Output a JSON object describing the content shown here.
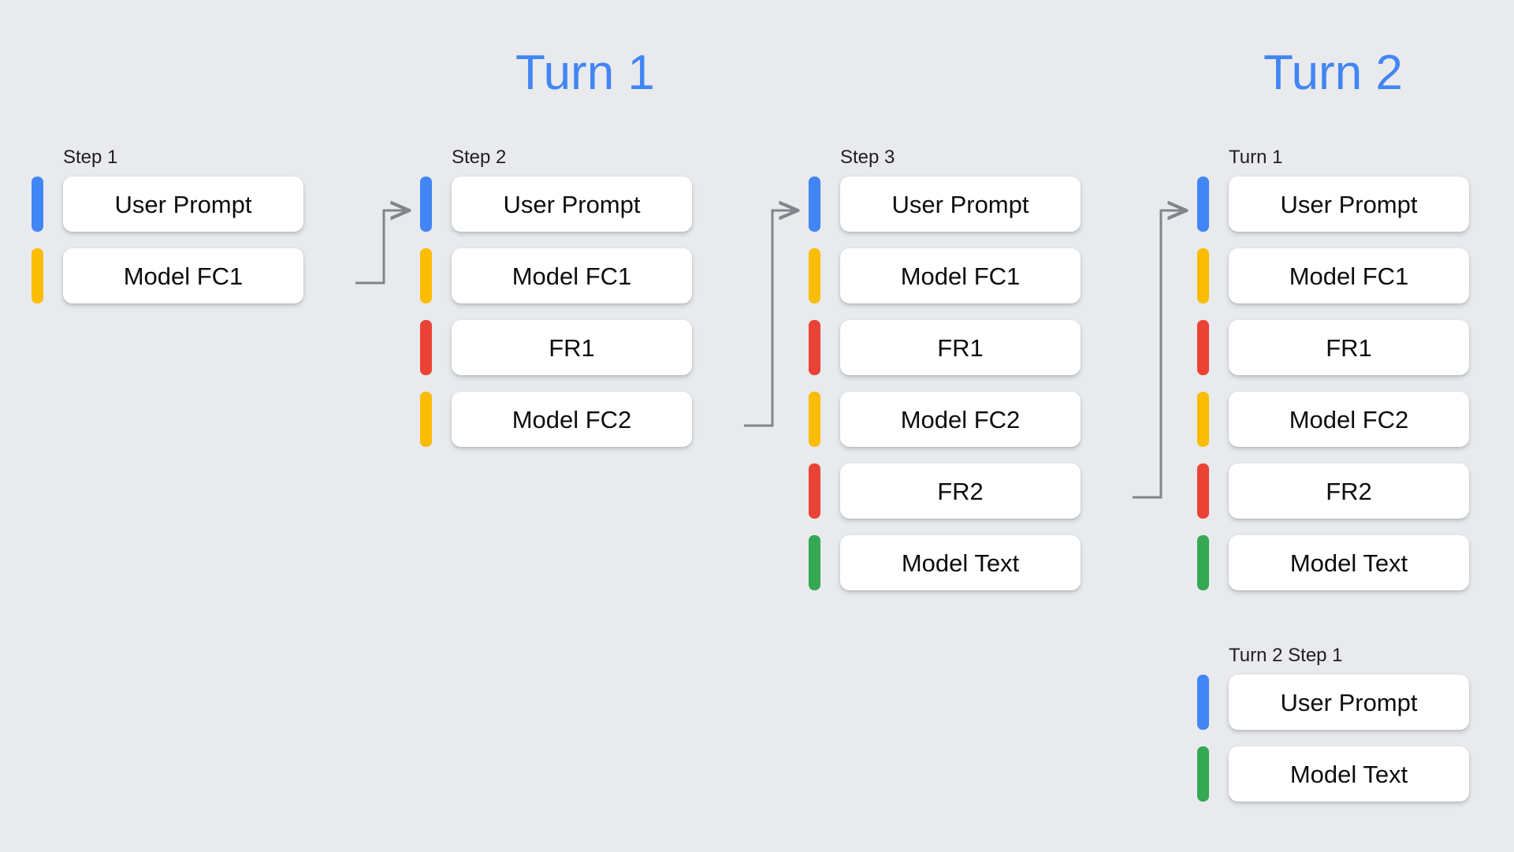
{
  "colors": {
    "background": "#e8eaed",
    "accent_blue": "#4285f4",
    "bar_blue": "#4285f4",
    "bar_yellow": "#fbbc04",
    "bar_red": "#ea4335",
    "bar_green": "#34a853",
    "card_white": "#ffffff",
    "arrow_gray": "#80868b",
    "text_dark": "#0d0d0d"
  },
  "headings": [
    {
      "text": "Turn 1"
    },
    {
      "text": "Turn 2"
    }
  ],
  "columns": [
    {
      "id": "col-1",
      "label": "Step 1",
      "rows": [
        {
          "label": "User Prompt",
          "color": "#4285f4",
          "role": "user-prompt"
        },
        {
          "label": "Model FC1",
          "color": "#fbbc04",
          "role": "model-function-call"
        }
      ]
    },
    {
      "id": "col-2",
      "label": "Step 2",
      "rows": [
        {
          "label": "User Prompt",
          "color": "#4285f4",
          "role": "user-prompt"
        },
        {
          "label": "Model FC1",
          "color": "#fbbc04",
          "role": "model-function-call"
        },
        {
          "label": "FR1",
          "color": "#ea4335",
          "role": "function-response"
        },
        {
          "label": "Model FC2",
          "color": "#fbbc04",
          "role": "model-function-call"
        }
      ]
    },
    {
      "id": "col-3",
      "label": "Step 3",
      "rows": [
        {
          "label": "User Prompt",
          "color": "#4285f4",
          "role": "user-prompt"
        },
        {
          "label": "Model FC1",
          "color": "#fbbc04",
          "role": "model-function-call"
        },
        {
          "label": "FR1",
          "color": "#ea4335",
          "role": "function-response"
        },
        {
          "label": "Model FC2",
          "color": "#fbbc04",
          "role": "model-function-call"
        },
        {
          "label": "FR2",
          "color": "#ea4335",
          "role": "function-response"
        },
        {
          "label": "Model Text",
          "color": "#34a853",
          "role": "model-text"
        }
      ]
    },
    {
      "id": "col-4",
      "label": "Turn 1",
      "rows": [
        {
          "label": "User Prompt",
          "color": "#4285f4",
          "role": "user-prompt"
        },
        {
          "label": "Model FC1",
          "color": "#fbbc04",
          "role": "model-function-call"
        },
        {
          "label": "FR1",
          "color": "#ea4335",
          "role": "function-response"
        },
        {
          "label": "Model FC2",
          "color": "#fbbc04",
          "role": "model-function-call"
        },
        {
          "label": "FR2",
          "color": "#ea4335",
          "role": "function-response"
        },
        {
          "label": "Model Text",
          "color": "#34a853",
          "role": "model-text"
        }
      ]
    },
    {
      "id": "col-5",
      "label": "Turn 2 Step 1",
      "rows": [
        {
          "label": "User Prompt",
          "color": "#4285f4",
          "role": "user-prompt"
        },
        {
          "label": "Model Text",
          "color": "#34a853",
          "role": "model-text"
        }
      ]
    }
  ],
  "arrows": [
    {
      "name": "arrow-step1-to-step2",
      "from_column": "col-1",
      "to_column": "col-2",
      "from_row_index": 1,
      "to_row_index": 0
    },
    {
      "name": "arrow-step2-to-step3",
      "from_column": "col-2",
      "to_column": "col-3",
      "from_row_index": 3,
      "to_row_index": 0
    },
    {
      "name": "arrow-step3-to-turn1",
      "from_column": "col-3",
      "to_column": "col-4",
      "from_row_index": 4,
      "to_row_index": 0
    }
  ]
}
